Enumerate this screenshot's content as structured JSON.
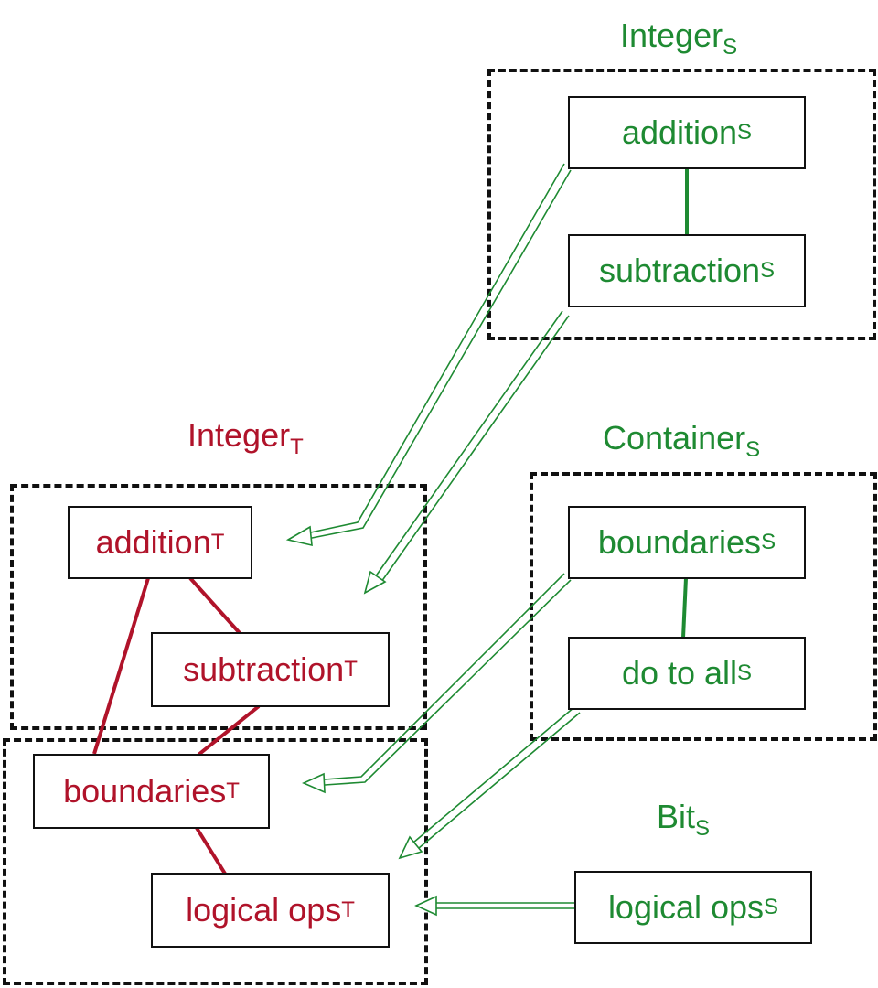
{
  "colors": {
    "source": "#1e8a32",
    "target": "#b0132a",
    "box": "#111111"
  },
  "source_groups": {
    "integer": {
      "name": "Integer",
      "sub": "S",
      "items": [
        {
          "name": "addition",
          "sub": "S"
        },
        {
          "name": "subtraction",
          "sub": "S"
        }
      ]
    },
    "container": {
      "name": "Container",
      "sub": "S",
      "items": [
        {
          "name": "boundaries",
          "sub": "S"
        },
        {
          "name": "do to all",
          "sub": "S"
        }
      ]
    },
    "bit": {
      "name": "Bit",
      "sub": "S",
      "items": [
        {
          "name": "logical ops",
          "sub": "S"
        }
      ]
    }
  },
  "target_group": {
    "name": "Integer",
    "sub": "T",
    "items": [
      {
        "name": "addition",
        "sub": "T"
      },
      {
        "name": "subtraction",
        "sub": "T"
      },
      {
        "name": "boundaries",
        "sub": "T"
      },
      {
        "name": "logical ops",
        "sub": "T"
      }
    ]
  },
  "relations": [
    {
      "from": "addition_S",
      "to": "subtraction_S",
      "kind": "link"
    },
    {
      "from": "boundaries_S",
      "to": "do_to_all_S",
      "kind": "link"
    },
    {
      "from": "addition_T",
      "to": "subtraction_T",
      "kind": "link"
    },
    {
      "from": "addition_T",
      "to": "boundaries_T",
      "kind": "link"
    },
    {
      "from": "subtraction_T",
      "to": "boundaries_T",
      "kind": "link"
    },
    {
      "from": "boundaries_T",
      "to": "logical_ops_T",
      "kind": "link"
    },
    {
      "from": "addition_S",
      "to": "addition_T",
      "kind": "mapping"
    },
    {
      "from": "subtraction_S",
      "to": "subtraction_T",
      "kind": "mapping"
    },
    {
      "from": "boundaries_S",
      "to": "boundaries_T",
      "kind": "mapping"
    },
    {
      "from": "do_to_all_S",
      "to": "logical_ops_T",
      "kind": "mapping"
    },
    {
      "from": "logical_ops_S",
      "to": "logical_ops_T",
      "kind": "mapping"
    }
  ]
}
